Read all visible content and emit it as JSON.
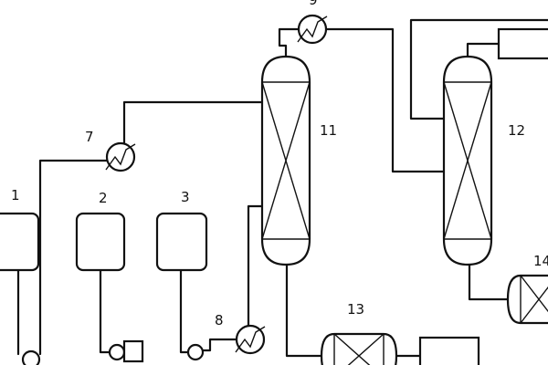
{
  "diagram": {
    "labels": {
      "tank_1": "1",
      "tank_2": "2",
      "tank_3": "3",
      "heat_exchanger_7": "7",
      "heat_exchanger_8": "8",
      "heat_exchanger_9": "9",
      "column_11": "11",
      "column_12": "12",
      "reactor_13": "13",
      "reactor_14": "14"
    },
    "icons": {
      "tank": "rounded-rectangle-tank",
      "pump": "circle-pump",
      "heat_exchanger": "circle-with-zigzag",
      "column": "packed-column-with-x",
      "reactor": "horizontal-vessel-with-x"
    }
  }
}
